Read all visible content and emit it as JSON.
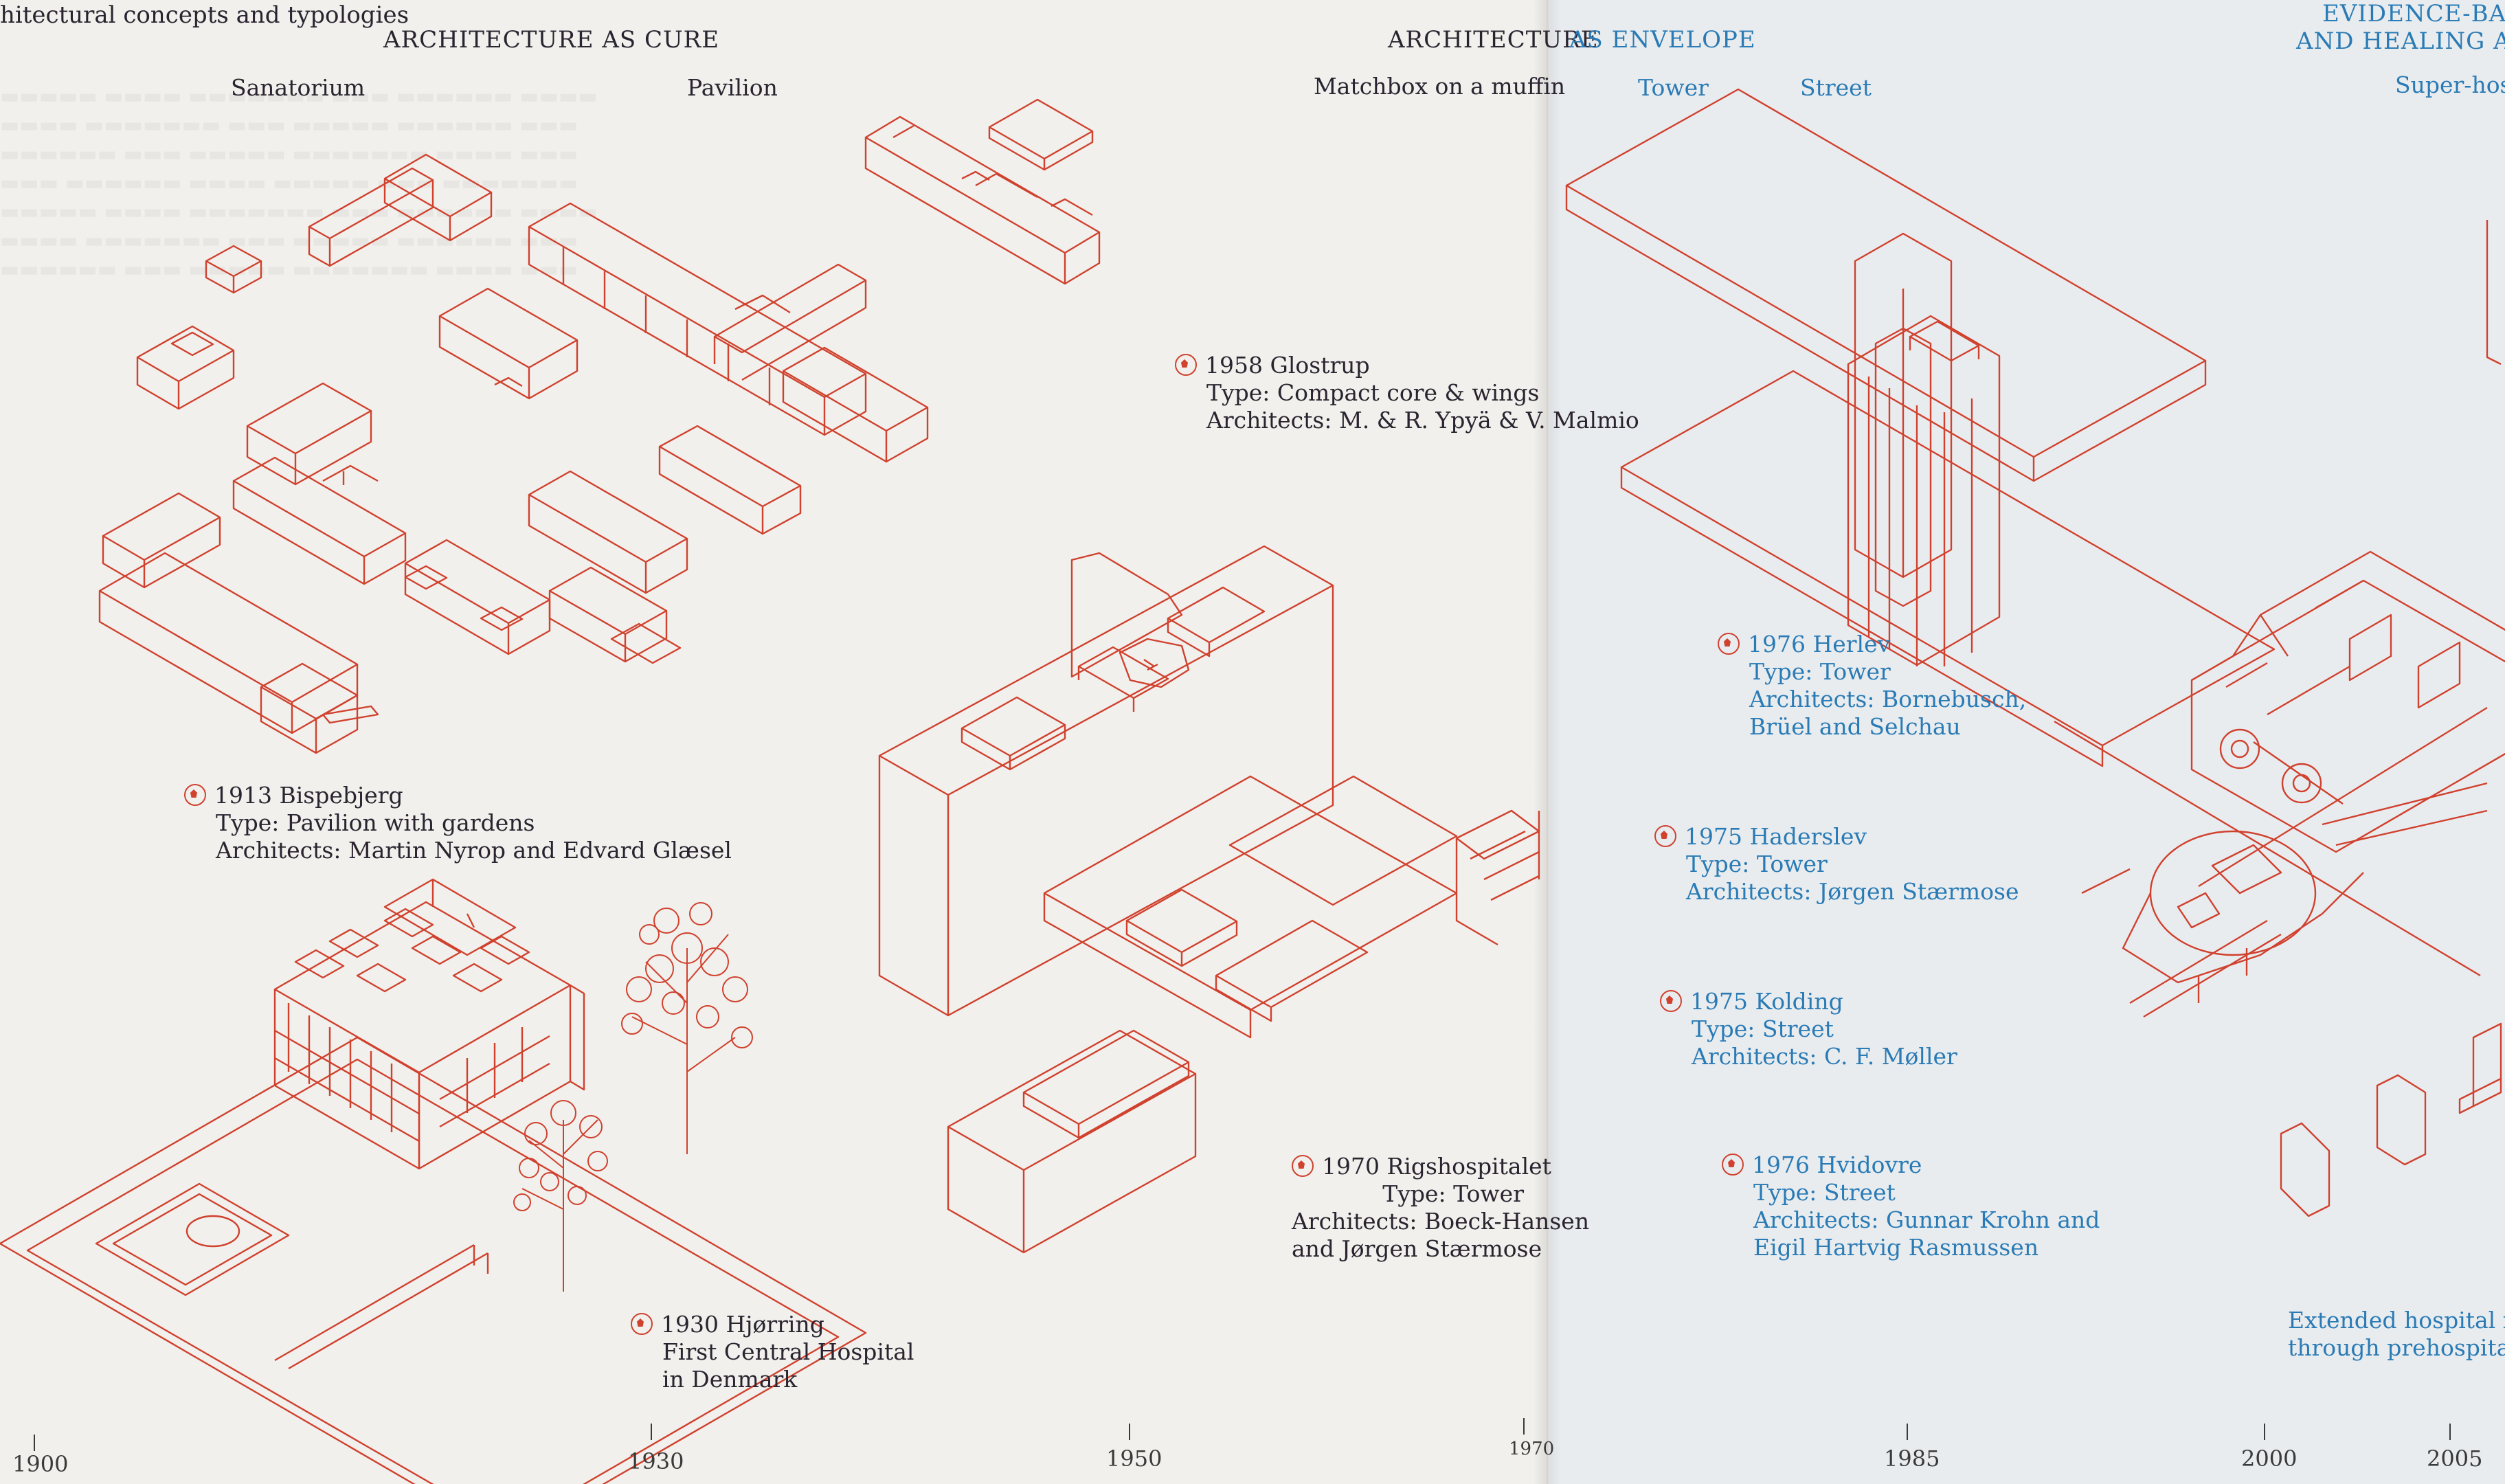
{
  "header": {
    "corner_text": "hitectural concepts and typologies",
    "section_cure": "ARCHITECTURE AS CURE",
    "section_envelope_left": "ARCHITECTURE",
    "section_envelope_right": "AS ENVELOPE",
    "section_evidence_line1": "EVIDENCE-BASE",
    "section_evidence_line2": "AND HEALING ARC"
  },
  "typologies": {
    "sanatorium": "Sanatorium",
    "pavilion": "Pavilion",
    "matchbox": "Matchbox on a muffin",
    "tower": "Tower",
    "street": "Street",
    "superhosp": "Super-hosp"
  },
  "cards": {
    "bispebjerg": {
      "title": "1913  Bispebjerg",
      "line2": "Type: Pavilion with gardens",
      "line3": "Architects: Martin Nyrop and Edvard Glæsel"
    },
    "glostrup": {
      "title": "1958  Glostrup",
      "line2": "Type: Compact core & wings",
      "line3": "Architects: M. & R. Ypyä & V. Malmio"
    },
    "hjorring": {
      "title": "1930  Hjørring",
      "line2": "First Central Hospital",
      "line3": "in Denmark"
    },
    "rigshospitalet": {
      "title": "1970  Rigshospitalet",
      "line2": "Type: Tower",
      "line3": "Architects: Boeck-Hansen",
      "line4": "and Jørgen Stærmose"
    },
    "herlev": {
      "title": "1976  Herlev",
      "line2": "Type: Tower",
      "line3": "Architects: Bornebusch,",
      "line4": "Brüel and Selchau"
    },
    "haderslev": {
      "title": "1975  Haderslev",
      "line2": "Type: Tower",
      "line3": "Architects: Jørgen Stærmose"
    },
    "kolding": {
      "title": "1975  Kolding",
      "line2": "Type: Street",
      "line3": "Architects: C. F. Møller"
    },
    "hvidovre": {
      "title": "1976  Hvidovre",
      "line2": "Type: Street",
      "line3": "Architects: Gunnar Krohn and",
      "line4": "Eigil Hartvig Rasmussen"
    },
    "extended": {
      "line1": "Extended hospital infr",
      "line2": "through prehospital se"
    }
  },
  "timeline": {
    "ticks": [
      "1900",
      "1930",
      "1950",
      "1970",
      "1985",
      "2000",
      "2005"
    ]
  },
  "colors": {
    "drawing_red": "#d0412e",
    "text_blue": "#2a7bb5",
    "text_dark": "#2b2430",
    "paper_left": "#f1f0ec",
    "paper_right": "#e9ecef"
  }
}
